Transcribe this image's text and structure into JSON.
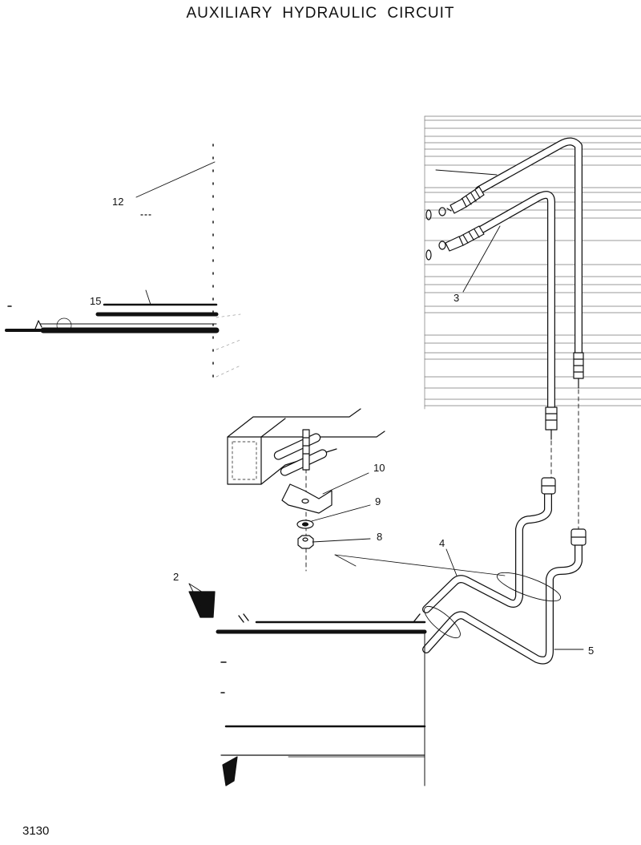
{
  "title": "AUXILIARY  HYDRAULIC  CIRCUIT",
  "page_number": "3130",
  "callouts": [
    {
      "id": "c12",
      "label": "12"
    },
    {
      "id": "c15",
      "label": "15"
    },
    {
      "id": "c3",
      "label": "3"
    },
    {
      "id": "c10",
      "label": "10"
    },
    {
      "id": "c9",
      "label": "9"
    },
    {
      "id": "c8",
      "label": "8"
    },
    {
      "id": "c4",
      "label": "4"
    },
    {
      "id": "c2",
      "label": "2"
    },
    {
      "id": "c5",
      "label": "5"
    }
  ],
  "colors": {
    "ink": "#111111",
    "paper": "#ffffff"
  }
}
